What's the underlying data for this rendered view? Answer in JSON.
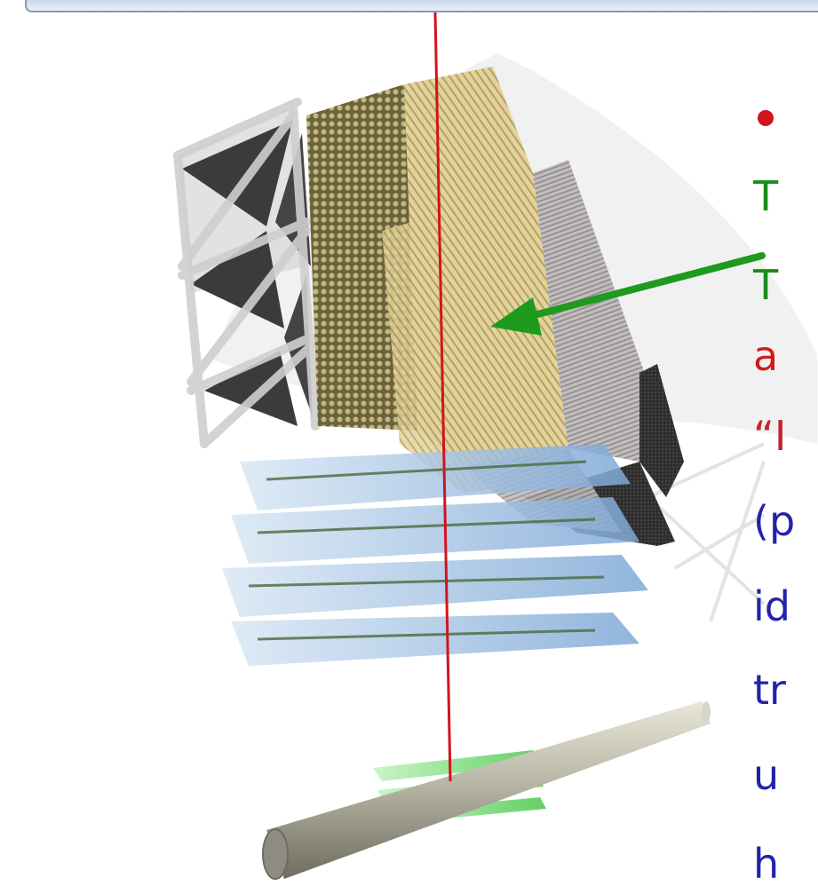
{
  "slide": {
    "bullet": "•",
    "lines": [
      {
        "text": "T",
        "color": "#1a8c1a"
      },
      {
        "text": "T",
        "color": "#1a8c1a"
      },
      {
        "text": "a",
        "color": "#d11a1a"
      },
      {
        "text": "“I",
        "color": "#c0272d"
      },
      {
        "text": "(p",
        "color": "#2323a8"
      },
      {
        "text": "id",
        "color": "#2323a8"
      },
      {
        "text": "tr",
        "color": "#2323a8"
      },
      {
        "text": "u",
        "color": "#2323a8"
      },
      {
        "text": "h",
        "color": "#2323a8"
      }
    ]
  },
  "colors": {
    "track": "#d2141e",
    "arrow": "#1e9a1e",
    "bullet": "#d2141e",
    "ecal_face": "#d8c98e",
    "hcal_steel": "#9a9a9a",
    "frame": "#cfcfcf",
    "cell_dark": "#3b3b3b",
    "tracker_blue": "#a9c8e8",
    "vertex_green": "#8fe08f",
    "beampipe": "#b9b7a5"
  }
}
